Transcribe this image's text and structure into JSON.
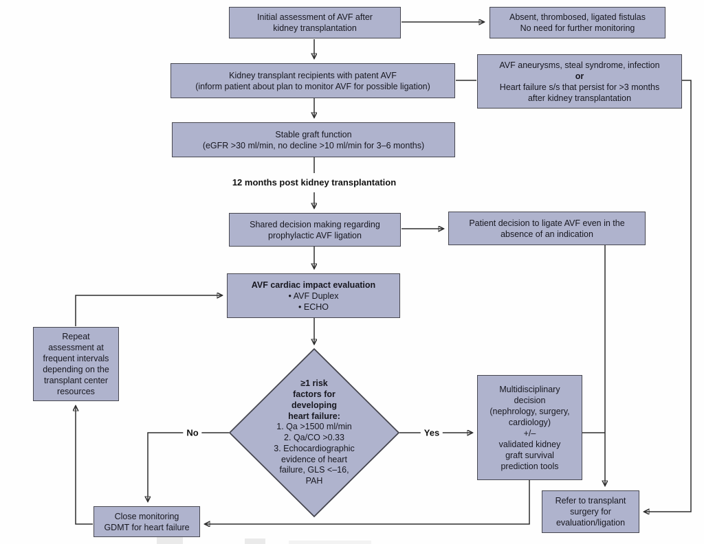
{
  "colors": {
    "box_fill": "#afb3cd",
    "box_border": "#45454e",
    "connector": "#2c2c2c",
    "text": "#17171f"
  },
  "nodes": {
    "initial_assessment": {
      "lines": [
        "Initial assessment of AVF after",
        "kidney transplantation"
      ]
    },
    "absent_fistulas": {
      "lines": [
        "Absent, thrombosed, ligated fistulas",
        "No need for further monitoring"
      ]
    },
    "patent_avf": {
      "lines": [
        "Kidney transplant recipients with patent AVF",
        "(inform patient about plan to monitor AVF for possible ligation)"
      ]
    },
    "avf_complications": {
      "lines": [
        "AVF aneurysms, steal syndrome, infection",
        "or",
        "Heart failure s/s that persist for >3 months",
        "after kidney transplantation"
      ]
    },
    "stable_graft": {
      "lines": [
        "Stable graft function",
        "(eGFR >30 ml/min, no decline >10 ml/min for 3–6 months)"
      ]
    },
    "shared_decision": {
      "lines": [
        "Shared decision making regarding",
        "prophylactic AVF ligation"
      ]
    },
    "patient_decision": {
      "lines": [
        "Patient decision to ligate AVF even in the",
        "absence of an indication"
      ]
    },
    "cardiac_evaluation": {
      "title": "AVF cardiac impact evaluation",
      "bullets": [
        "• AVF Duplex",
        "• ECHO"
      ]
    },
    "repeat_assessment": {
      "lines": [
        "Repeat",
        "assessment at",
        "frequent intervals",
        "depending on the",
        "transplant center",
        "resources"
      ]
    },
    "risk_diamond": {
      "bold_lines": [
        "≥1 risk",
        "factors for",
        "developing",
        "heart failure:"
      ],
      "items": [
        "1. Qa >1500 ml/min",
        "2. Qa/CO >0.33",
        "3. Echocardiographic",
        "evidence of heart",
        "failure, GLS <–16,",
        "PAH"
      ]
    },
    "multidisciplinary": {
      "lines": [
        "Multidisciplinary",
        "decision",
        "(nephrology, surgery,",
        "cardiology)",
        "+/–",
        "validated kidney",
        "graft survival",
        "prediction tools"
      ]
    },
    "close_monitoring": {
      "lines": [
        "Close monitoring",
        "GDMT for heart failure"
      ]
    },
    "refer_surgery": {
      "lines": [
        "Refer to transplant",
        "surgery for",
        "evaluation/ligation"
      ]
    }
  },
  "labels": {
    "milestone": "12 months post kidney transplantation",
    "no": "No",
    "yes": "Yes"
  }
}
